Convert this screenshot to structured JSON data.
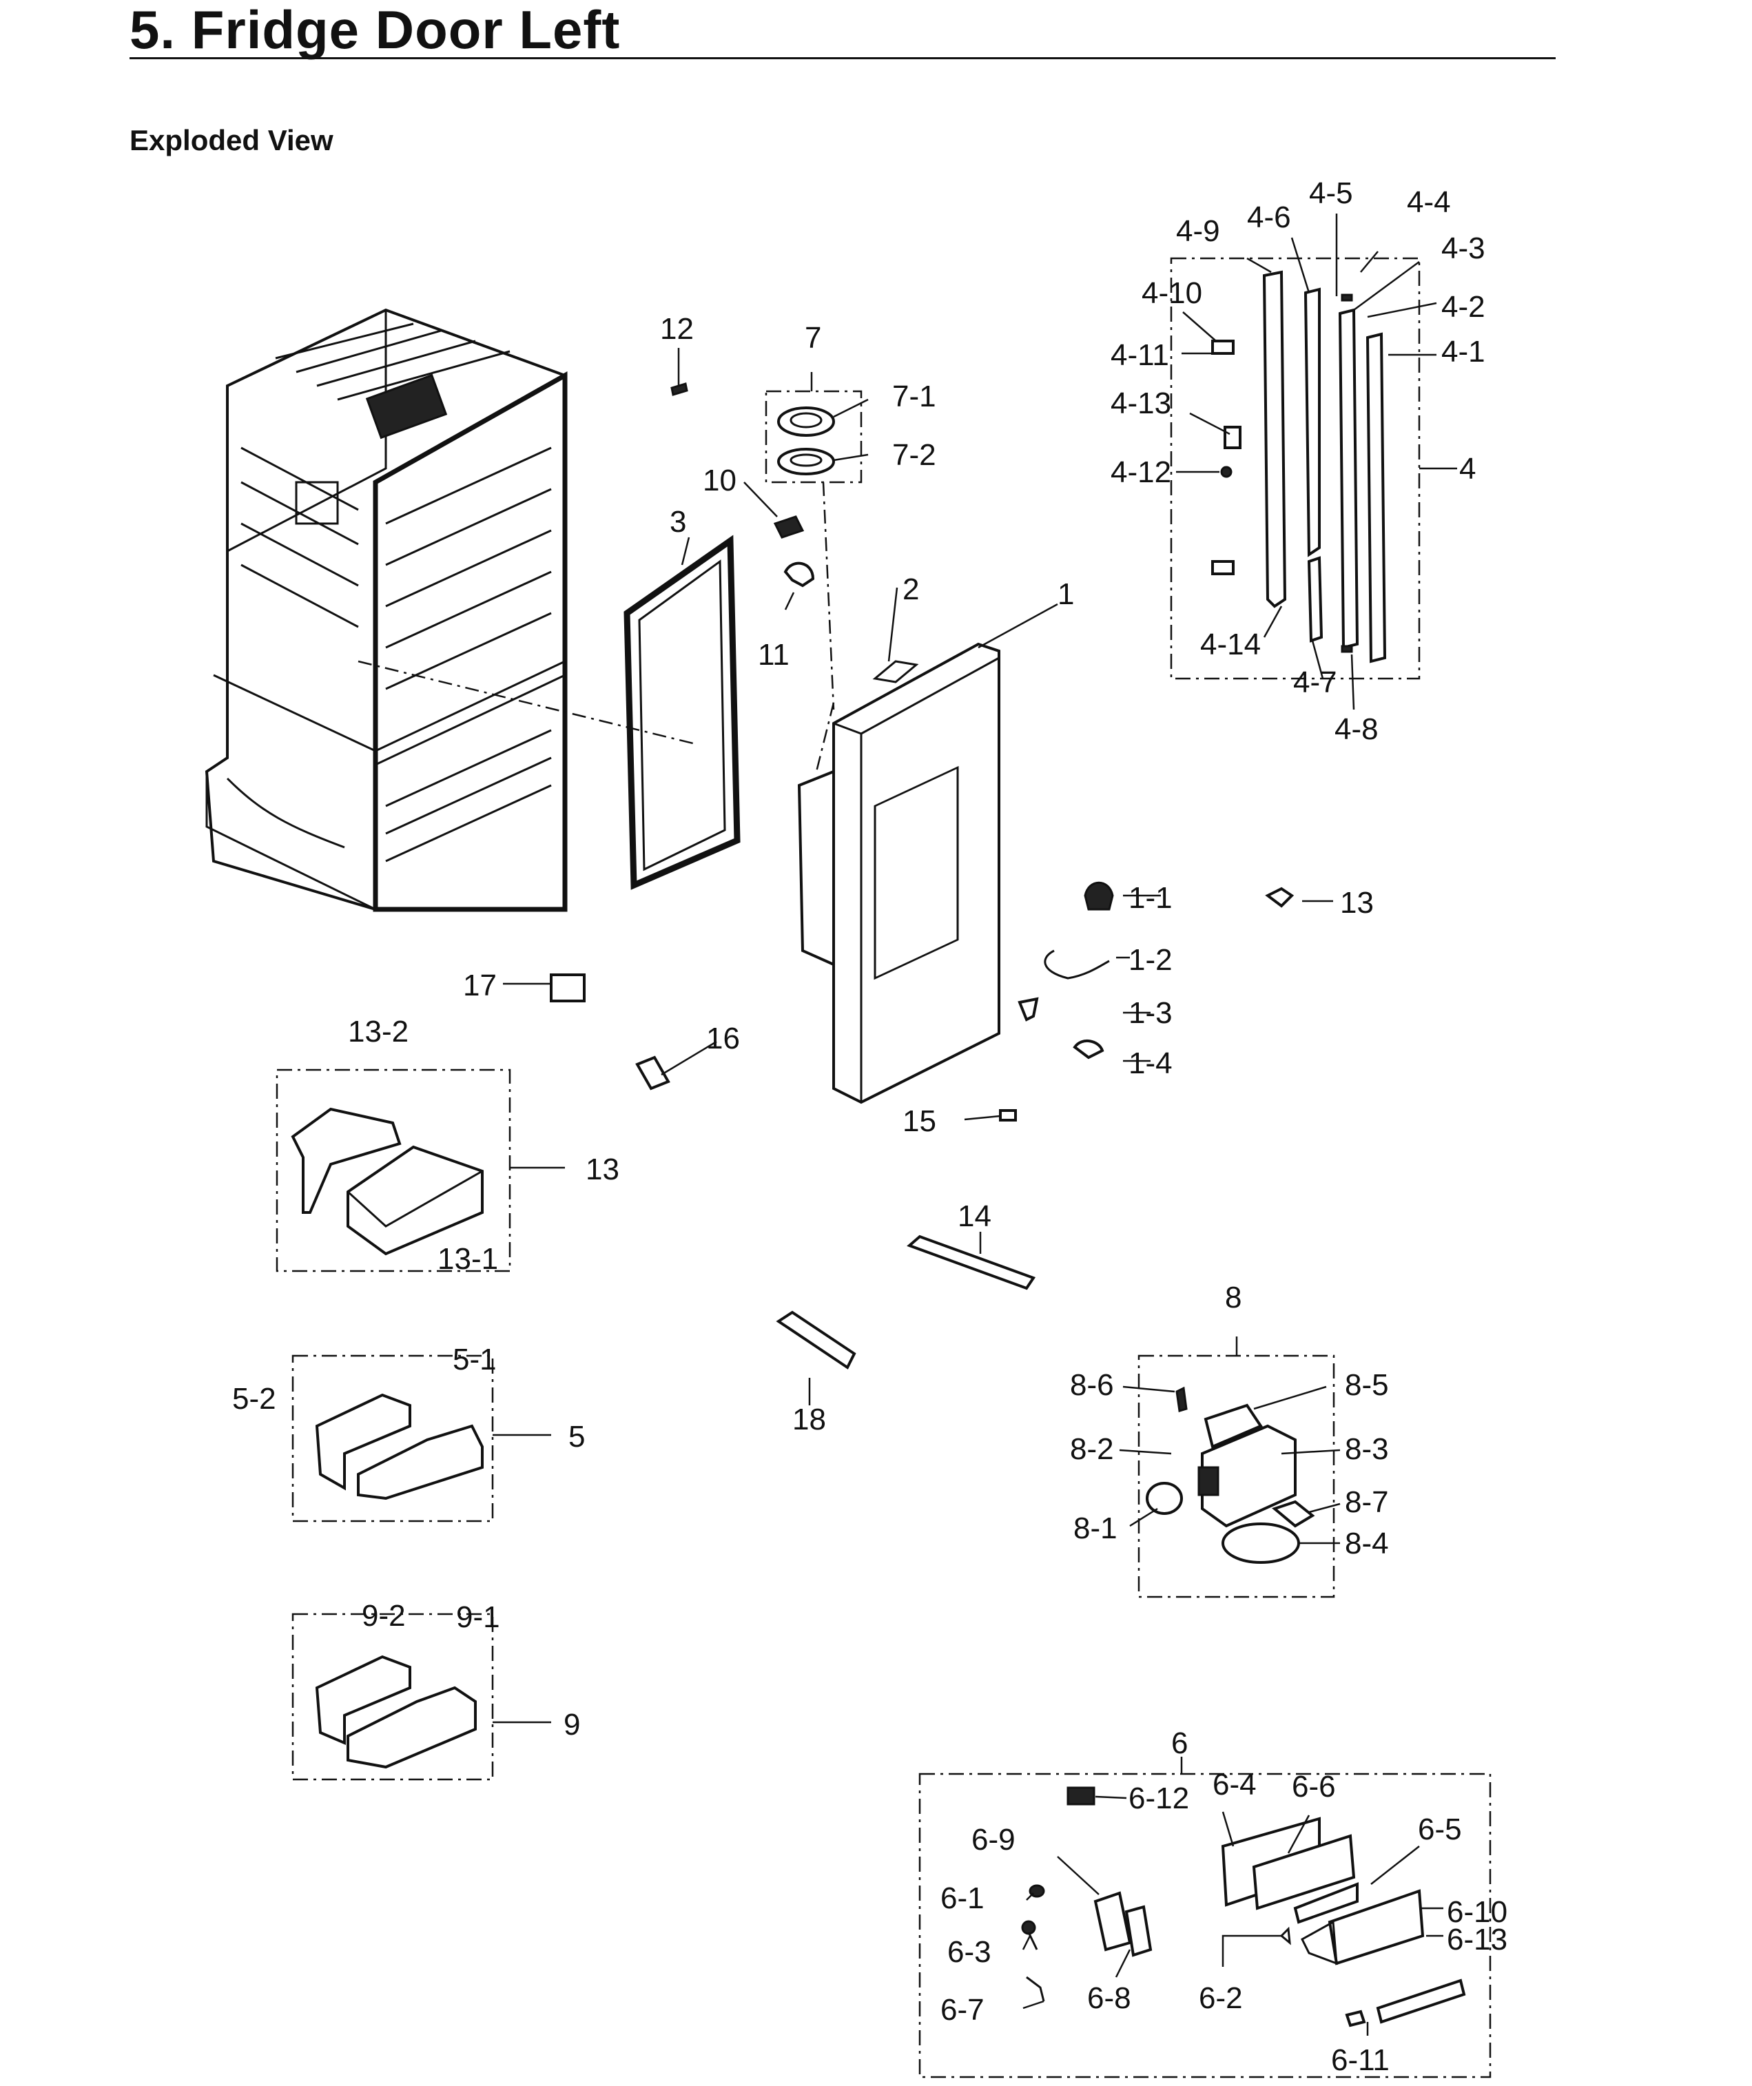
{
  "header": {
    "title": "5.  Fridge Door Left",
    "subtitle": "Exploded View"
  },
  "callouts": {
    "c1": "1",
    "c1_1": "1-1",
    "c1_2": "1-2",
    "c1_3": "1-3",
    "c1_4": "1-4",
    "c2": "2",
    "c3": "3",
    "c4": "4",
    "c4_1": "4-1",
    "c4_2": "4-2",
    "c4_3": "4-3",
    "c4_4": "4-4",
    "c4_5": "4-5",
    "c4_6": "4-6",
    "c4_7": "4-7",
    "c4_8": "4-8",
    "c4_9": "4-9",
    "c4_10": "4-10",
    "c4_11": "4-11",
    "c4_12": "4-12",
    "c4_13": "4-13",
    "c4_14": "4-14",
    "c5": "5",
    "c5_1": "5-1",
    "c5_2": "5-2",
    "c6": "6",
    "c6_1": "6-1",
    "c6_2": "6-2",
    "c6_3": "6-3",
    "c6_4": "6-4",
    "c6_5": "6-5",
    "c6_6": "6-6",
    "c6_7": "6-7",
    "c6_8": "6-8",
    "c6_9": "6-9",
    "c6_10": "6-10",
    "c6_11": "6-11",
    "c6_12": "6-12",
    "c6_13": "6-13",
    "c7": "7",
    "c7_1": "7-1",
    "c7_2": "7-2",
    "c8": "8",
    "c8_1": "8-1",
    "c8_2": "8-2",
    "c8_3": "8-3",
    "c8_4": "8-4",
    "c8_5": "8-5",
    "c8_6": "8-6",
    "c8_7": "8-7",
    "c9": "9",
    "c9_1": "9-1",
    "c9_2": "9-2",
    "c10": "10",
    "c11": "11",
    "c12": "12",
    "c13": "13",
    "c13b": "13",
    "c13_1": "13-1",
    "c13_2": "13-2",
    "c14": "14",
    "c15": "15",
    "c16": "16",
    "c17": "17",
    "c18": "18"
  }
}
